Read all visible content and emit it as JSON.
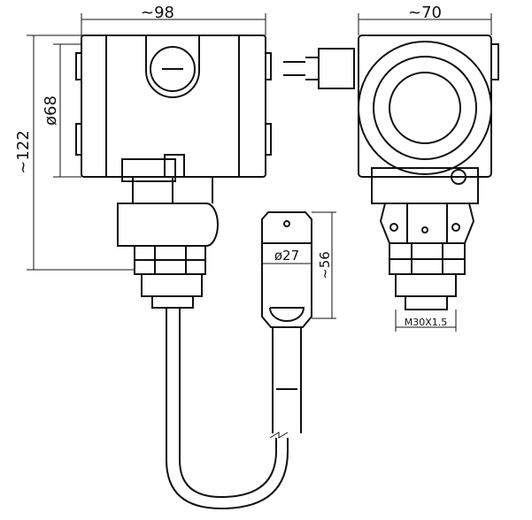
{
  "dimensions": {
    "width_front": "~98",
    "width_side": "~70",
    "diameter_housing": "ø68",
    "height_total": "~122",
    "diameter_probe": "ø27",
    "length_probe": "~56",
    "thread": "M30X1.5"
  }
}
